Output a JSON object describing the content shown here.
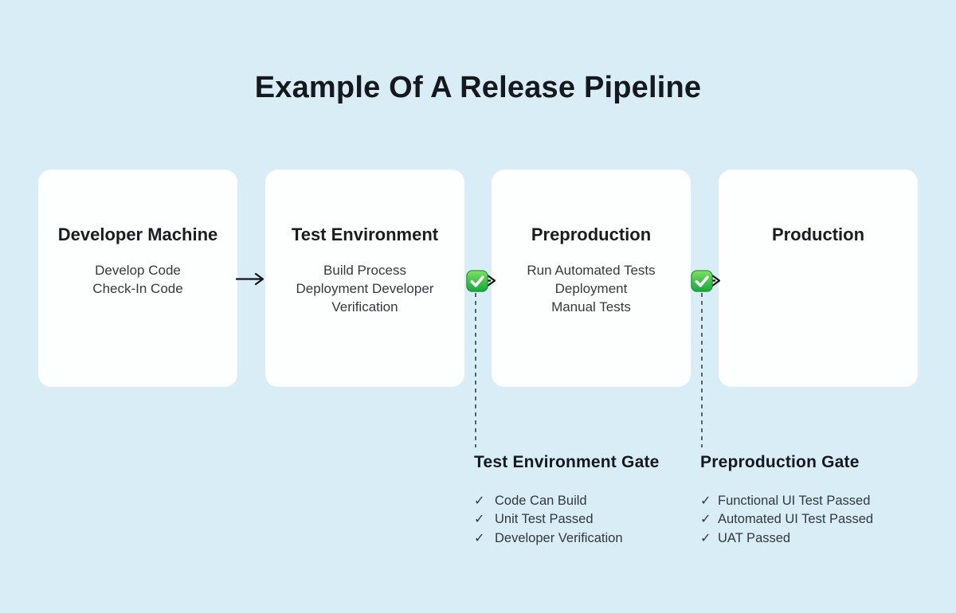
{
  "title": "Example Of A Release Pipeline",
  "stages": [
    {
      "name": "Developer Machine",
      "tasks": [
        "Develop Code",
        "Check-In Code"
      ]
    },
    {
      "name": "Test Environment",
      "tasks": [
        "Build Process",
        "Deployment Developer",
        "Verification"
      ]
    },
    {
      "name": "Preproduction",
      "tasks": [
        "Run Automated Tests",
        "Deployment",
        "Manual Tests"
      ]
    },
    {
      "name": "Production",
      "tasks": []
    }
  ],
  "connectors": [
    {
      "from": "Developer Machine",
      "to": "Test Environment",
      "icon": "arrow-right-icon"
    },
    {
      "from": "Test Environment",
      "to": "Preproduction",
      "icon": "check-badge-icon"
    },
    {
      "from": "Preproduction",
      "to": "Production",
      "icon": "check-badge-icon"
    }
  ],
  "gates": [
    {
      "title": "Test Environment Gate",
      "criteria": [
        "Code Can Build",
        "Unit Test Passed",
        "Developer Verification"
      ],
      "check_glyph": "✓"
    },
    {
      "title": "Preproduction Gate",
      "criteria": [
        "Functional UI Test Passed",
        "Automated UI Test Passed",
        "UAT Passed"
      ],
      "check_glyph": "✓"
    }
  ],
  "icons": {
    "arrow_right": "→",
    "check_badge": "✅",
    "criterion_check": "✓"
  },
  "colors": {
    "background": "#d8edf6",
    "card": "#fdfefe",
    "heading_text": "#15191e",
    "body_text": "#36393d",
    "arrow": "#101418",
    "dashed_line": "#394249",
    "badge_green_top": "#84e05e",
    "badge_green_bottom": "#19a83d",
    "badge_check": "#ffffff"
  }
}
